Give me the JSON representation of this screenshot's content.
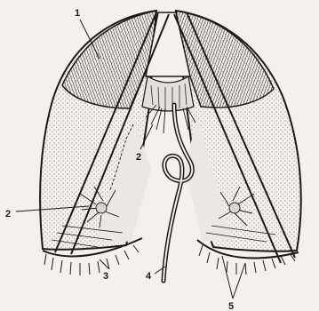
{
  "labels": [
    "1",
    "2",
    "2",
    "3",
    "4",
    "5"
  ],
  "colors": {
    "ink": "#1a1a1a",
    "paper": "#f3f1ec",
    "shade": "#8a8781"
  }
}
